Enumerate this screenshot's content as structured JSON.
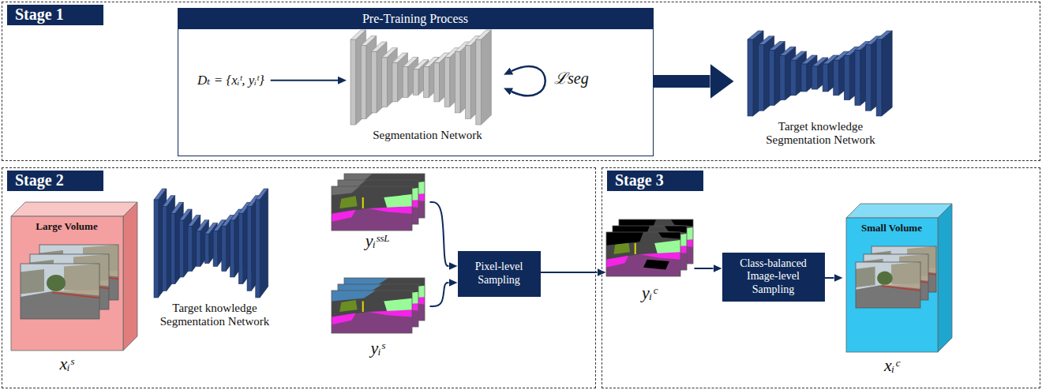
{
  "diagram": {
    "nodes": [
      {
        "text": [
          "Stage 1"
        ]
      },
      {
        "text": [
          "Pre-Training Process"
        ],
        "in": 0
      },
      {
        "text": [
          "Segmentation Network"
        ],
        "in": 1
      },
      {
        "text": [
          "Target knowledge Segmentation Network"
        ],
        "in": 0
      },
      {
        "text": [
          "Stage 2"
        ]
      },
      {
        "text": [
          "Large Volume",
          "xᵢˢ"
        ],
        "in": 4
      },
      {
        "text": [
          "Target knowledge Segmentation Network"
        ],
        "in": 4
      },
      {
        "text": [
          "yᵢˢˢᴸ"
        ],
        "in": 4
      },
      {
        "text": [
          "yᵢˢ"
        ],
        "in": 4
      },
      {
        "text": [
          "Pixel-level Sampling"
        ],
        "in": 4
      },
      {
        "text": [
          "Stage 3"
        ]
      },
      {
        "text": [
          "yᵢᶜ"
        ],
        "in": 10
      },
      {
        "text": [
          "Class-balanced Image-level Sampling"
        ],
        "in": 10
      },
      {
        "text": [
          "Small Volume",
          "xᵢᶜ"
        ],
        "in": 10
      }
    ],
    "edges": [
      {
        "from": 1,
        "to": 3,
        "arrow": "to"
      },
      {
        "from": 7,
        "to": 9,
        "arrow": "to"
      },
      {
        "from": 8,
        "to": 9,
        "arrow": "to"
      },
      {
        "from": 9,
        "to": 11,
        "arrow": "to"
      },
      {
        "from": 11,
        "to": 12,
        "arrow": "to"
      },
      {
        "from": 12,
        "to": 13,
        "arrow": "to"
      }
    ],
    "labels": [
      "Dₜ = {xᵢᵗ, yᵢᵗ}",
      "ℒseg"
    ]
  }
}
